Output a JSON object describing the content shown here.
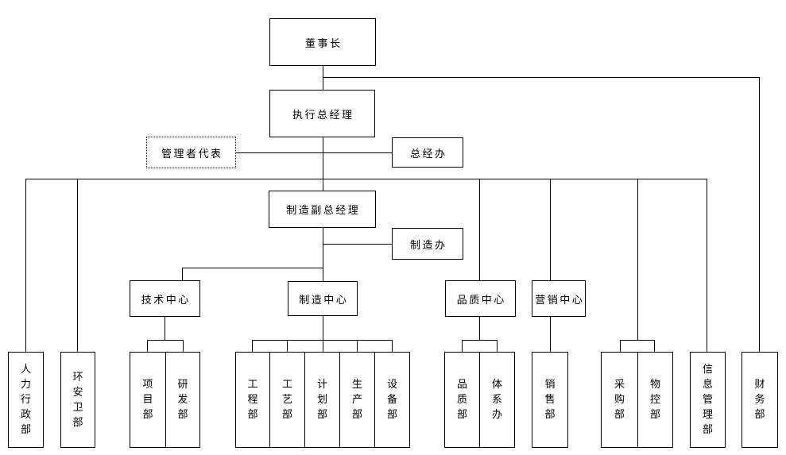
{
  "diagram": {
    "type": "org-chart",
    "background_color": "#ffffff",
    "line_color": "#000000",
    "box_border_color": "#000000",
    "nodes": {
      "chairman": {
        "label": "董事长"
      },
      "executive_gm": {
        "label": "执行总经理"
      },
      "management_rep": {
        "label": "管理者代表",
        "border_style": "dotted"
      },
      "gm_office": {
        "label": "总经办"
      },
      "mfg_deputy_gm": {
        "label": "制造副总经理"
      },
      "mfg_office": {
        "label": "制造办"
      },
      "tech_center": {
        "label": "技术中心"
      },
      "mfg_center": {
        "label": "制造中心"
      },
      "quality_center": {
        "label": "品质中心"
      },
      "marketing_center": {
        "label": "营销中心"
      },
      "hr_admin": {
        "label": "人力行政部"
      },
      "ehs": {
        "label": "环安卫部"
      },
      "project": {
        "label": "项目部"
      },
      "rnd": {
        "label": "研发部"
      },
      "engineering": {
        "label": "工程部"
      },
      "process": {
        "label": "工艺部"
      },
      "planning": {
        "label": "计划部"
      },
      "production": {
        "label": "生产部"
      },
      "equipment": {
        "label": "设备部"
      },
      "quality_dept": {
        "label": "品质部"
      },
      "system_office": {
        "label": "体系办"
      },
      "sales": {
        "label": "销售部"
      },
      "purchasing": {
        "label": "采购部"
      },
      "material_control": {
        "label": "物控部"
      },
      "info_mgmt": {
        "label": "信息管理部"
      },
      "finance": {
        "label": "财务部"
      }
    },
    "edges": [
      [
        "chairman",
        "executive_gm"
      ],
      [
        "chairman",
        "finance"
      ],
      [
        "executive_gm",
        "management_rep"
      ],
      [
        "executive_gm",
        "gm_office"
      ],
      [
        "executive_gm",
        "mfg_deputy_gm"
      ],
      [
        "executive_gm",
        "hr_admin"
      ],
      [
        "executive_gm",
        "ehs"
      ],
      [
        "executive_gm",
        "quality_center"
      ],
      [
        "executive_gm",
        "marketing_center"
      ],
      [
        "executive_gm",
        "purchasing"
      ],
      [
        "executive_gm",
        "material_control"
      ],
      [
        "executive_gm",
        "info_mgmt"
      ],
      [
        "mfg_deputy_gm",
        "mfg_office"
      ],
      [
        "mfg_deputy_gm",
        "tech_center"
      ],
      [
        "mfg_deputy_gm",
        "mfg_center"
      ],
      [
        "tech_center",
        "project"
      ],
      [
        "tech_center",
        "rnd"
      ],
      [
        "mfg_center",
        "engineering"
      ],
      [
        "mfg_center",
        "process"
      ],
      [
        "mfg_center",
        "planning"
      ],
      [
        "mfg_center",
        "production"
      ],
      [
        "mfg_center",
        "equipment"
      ],
      [
        "quality_center",
        "quality_dept"
      ],
      [
        "quality_center",
        "system_office"
      ],
      [
        "marketing_center",
        "sales"
      ]
    ]
  }
}
